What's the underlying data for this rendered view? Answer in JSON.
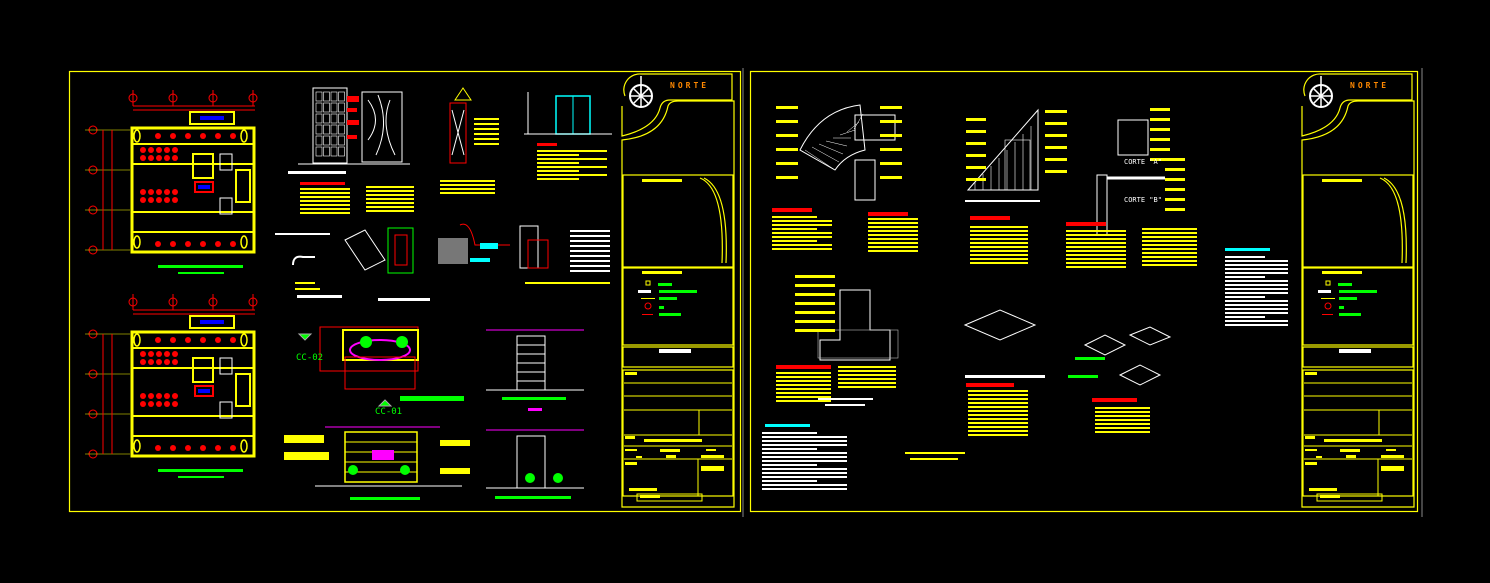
{
  "colors": {
    "background": "#000000",
    "frame": "#ffff00",
    "accent_green": "#00ff00",
    "accent_red": "#ff0000",
    "accent_cyan": "#00ffff",
    "accent_magenta": "#ff00ff",
    "accent_blue": "#0000ff",
    "text_white": "#ffffff"
  },
  "sheets": [
    {
      "north_label": "NORTE",
      "section_labels": [
        {
          "text": "CC-02"
        },
        {
          "text": "CC-01"
        }
      ]
    },
    {
      "north_label": "NORTE",
      "section_labels": [
        {
          "text": "CORTE \"A\""
        },
        {
          "text": "CORTE \"B\""
        }
      ]
    }
  ],
  "icons": [
    "north-arrow-compass-icon",
    "section-marker-icon",
    "grid-axis-marker-icon"
  ]
}
